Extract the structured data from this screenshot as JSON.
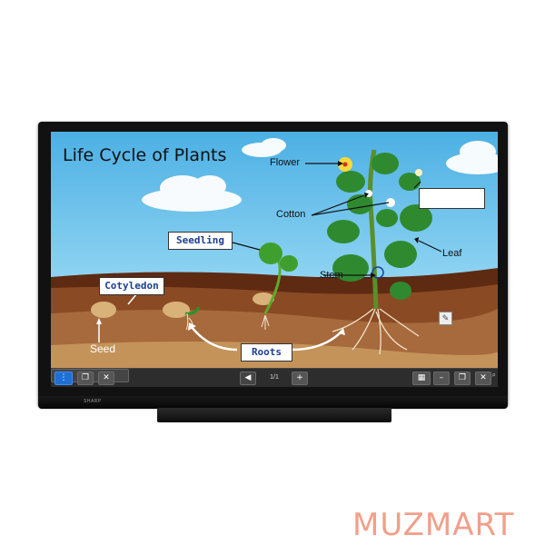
{
  "slide": {
    "title": "Life Cycle of Plants",
    "callouts": {
      "seedling": "Seedling",
      "cotyledon": "Cotyledon",
      "roots": "Roots"
    },
    "labels": {
      "flower": "Flower",
      "cotton": "Cotton",
      "leaf": "Leaf",
      "stem": "Stem",
      "seed": "Seed"
    },
    "answer_box_value": ""
  },
  "toolbar": {
    "menu_icon": "menu-icon",
    "page_indicator": "1/1",
    "search_value": ""
  },
  "brand": "SHARP",
  "watermark": "MUZMART",
  "colors": {
    "sky": "#5bbbe8",
    "soil_dark": "#6b3318",
    "soil_light": "#a8673a",
    "leaf_green": "#2e8b2e",
    "toolbar": "#2d2d2d",
    "accent_blue": "#1f6fd4",
    "watermark": "#f0a08a"
  }
}
